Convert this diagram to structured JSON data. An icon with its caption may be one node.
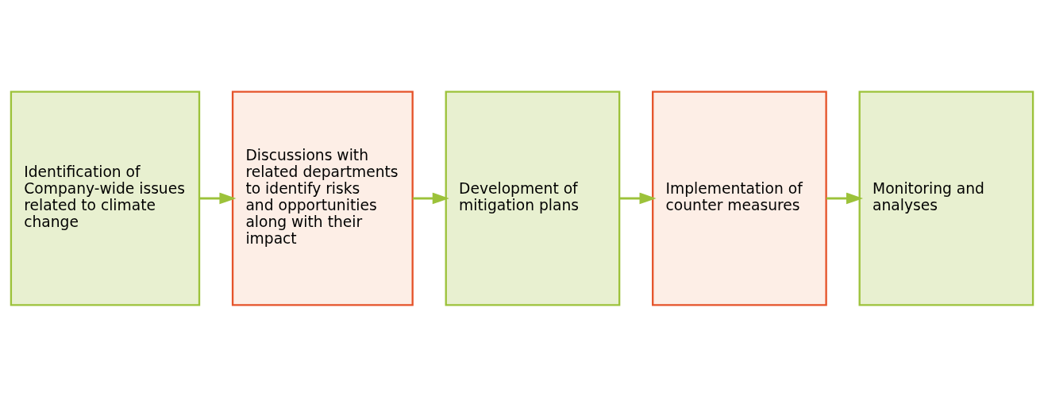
{
  "diagram": {
    "nodes": [
      {
        "text": [
          "Identification of Company-wide issues related to climate change"
        ]
      },
      {
        "text": [
          "Discussions with related departments to identify risks and opportunities along with their impact"
        ]
      },
      {
        "text": [
          "Development of mitigation plans"
        ]
      },
      {
        "text": [
          "Implementation of counter measures"
        ]
      },
      {
        "text": [
          "Monitoring and analyses"
        ]
      }
    ],
    "edges": [
      {
        "from": 0,
        "to": 1,
        "arrow": "to"
      },
      {
        "from": 1,
        "to": 2,
        "arrow": "to"
      },
      {
        "from": 2,
        "to": 3,
        "arrow": "to"
      },
      {
        "from": 3,
        "to": 4,
        "arrow": "to"
      }
    ]
  }
}
